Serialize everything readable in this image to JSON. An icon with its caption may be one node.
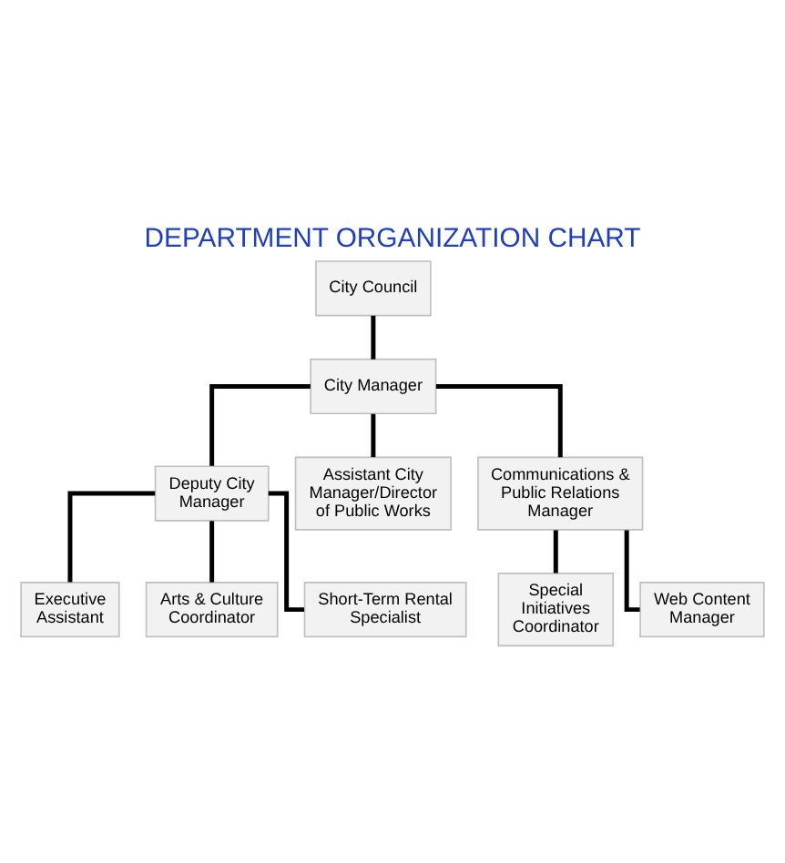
{
  "diagram": {
    "title": "DEPARTMENT ORGANIZATION CHART",
    "nodes": [
      {
        "text": [
          "City Council"
        ]
      },
      {
        "text": [
          "City Manager"
        ]
      },
      {
        "text": [
          "Deputy City Manager"
        ]
      },
      {
        "text": [
          "Assistant City Manager/Director of Public Works"
        ]
      },
      {
        "text": [
          "Communications & Public Relations Manager"
        ]
      },
      {
        "text": [
          "Executive Assistant"
        ]
      },
      {
        "text": [
          "Arts & Culture Coordinator"
        ]
      },
      {
        "text": [
          "Short-Term Rental Specialist"
        ]
      },
      {
        "text": [
          "Special Initiatives Coordinator"
        ]
      },
      {
        "text": [
          "Web Content Manager"
        ]
      }
    ],
    "edges": [
      {
        "from": 0,
        "to": 1,
        "arrow": "none"
      },
      {
        "from": 1,
        "to": 2,
        "arrow": "none"
      },
      {
        "from": 1,
        "to": 3,
        "arrow": "none"
      },
      {
        "from": 1,
        "to": 4,
        "arrow": "none"
      },
      {
        "from": 2,
        "to": 5,
        "arrow": "none"
      },
      {
        "from": 2,
        "to": 6,
        "arrow": "none"
      },
      {
        "from": 2,
        "to": 7,
        "arrow": "none"
      },
      {
        "from": 4,
        "to": 8,
        "arrow": "none"
      },
      {
        "from": 4,
        "to": 9,
        "arrow": "none"
      }
    ]
  }
}
